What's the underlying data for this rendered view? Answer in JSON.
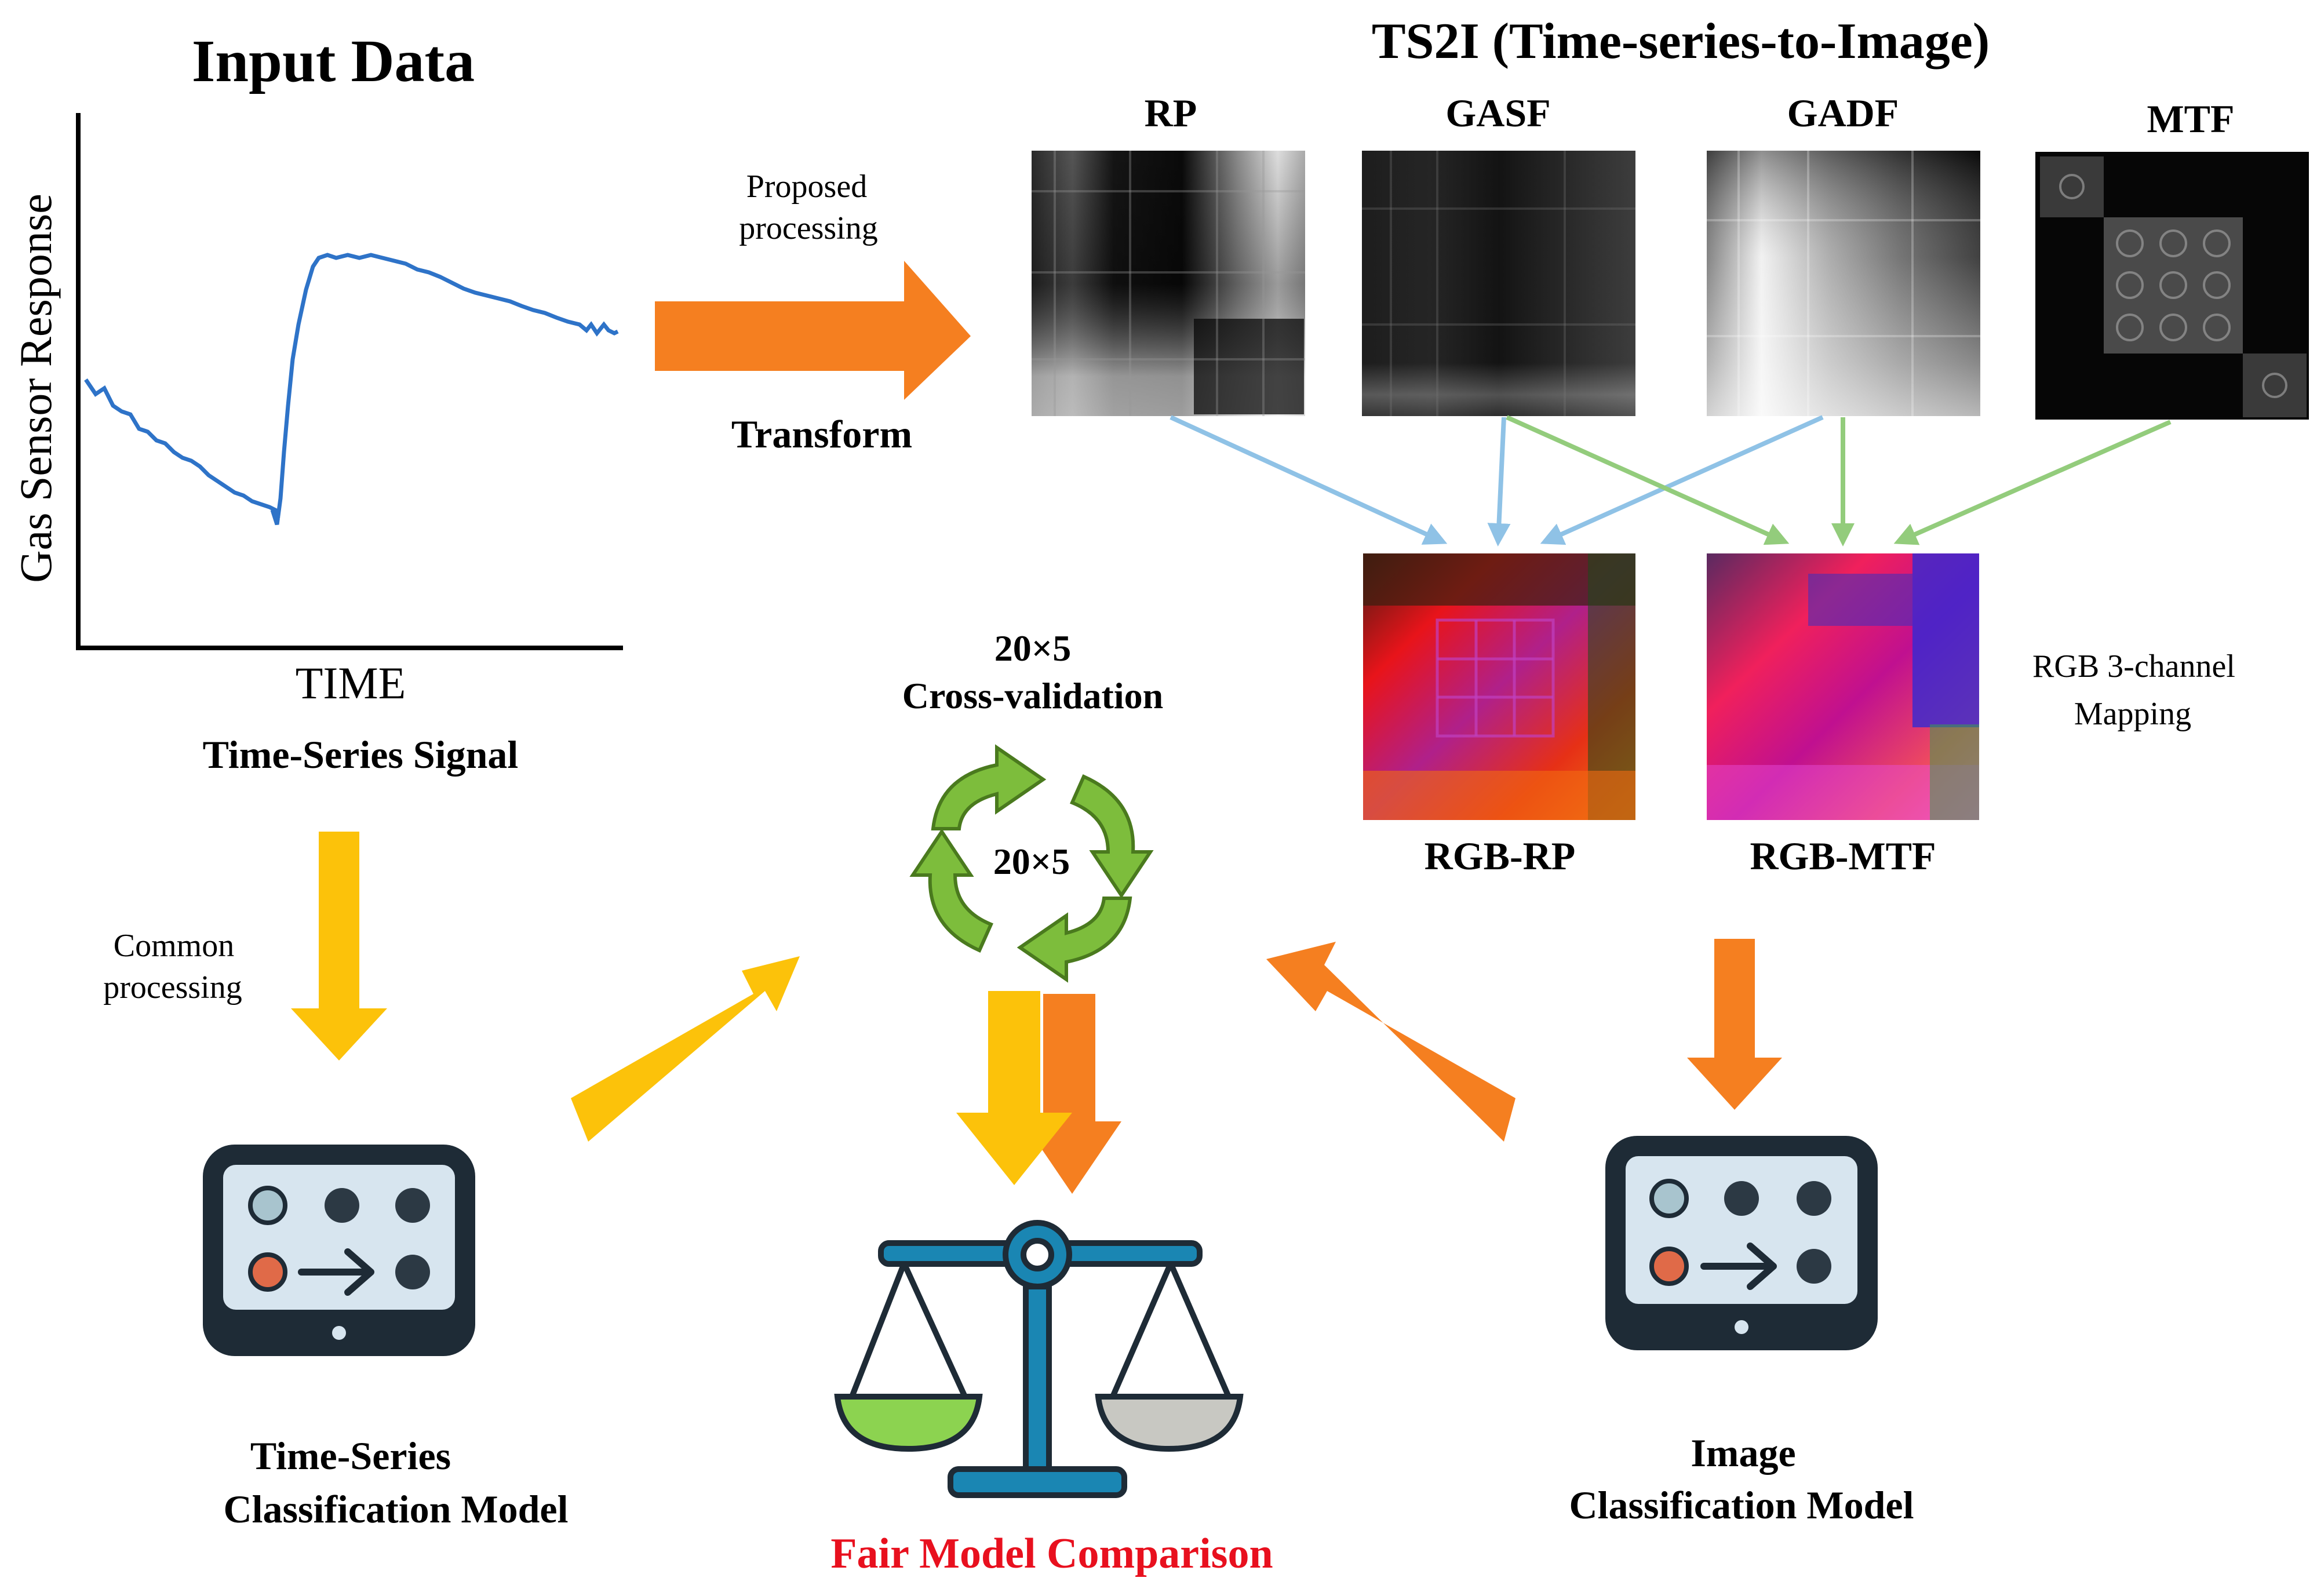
{
  "input": {
    "title": "Input Data",
    "y_axis_label": "Gas Sensor Response",
    "x_axis_label": "TIME",
    "caption": "Time-Series Signal"
  },
  "ts2i": {
    "title": "TS2I (Time-series-to-Image)",
    "images": [
      "RP",
      "GASF",
      "GADF",
      "MTF"
    ],
    "rgb_images": [
      "RGB-RP",
      "RGB-MTF"
    ],
    "rgb_note_line1": "RGB 3-channel",
    "rgb_note_line2": "Mapping"
  },
  "flow": {
    "proposed_line1": "Proposed",
    "proposed_line2": "processing",
    "transform": "Transform",
    "common_line1": "Common",
    "common_line2": "processing"
  },
  "cv": {
    "heading_line1": "20×5",
    "heading_line2": "Cross-validation",
    "center": "20×5"
  },
  "models": {
    "ts_line1": "Time-Series",
    "ts_line2": "Classification Model",
    "img_line1": "Image",
    "img_line2": "Classification Model"
  },
  "comparison": {
    "label": "Fair Model Comparison",
    "color": "#e8101e"
  },
  "colors": {
    "signal": "#2e73c8",
    "orange_arrow": "#f57f20",
    "yellow_arrow": "#fcc20a",
    "blue_link": "#8fc2e6",
    "green_link": "#93cc7c",
    "cycle_green": "#7dbd3c",
    "scale_blue": "#1a86b3"
  }
}
